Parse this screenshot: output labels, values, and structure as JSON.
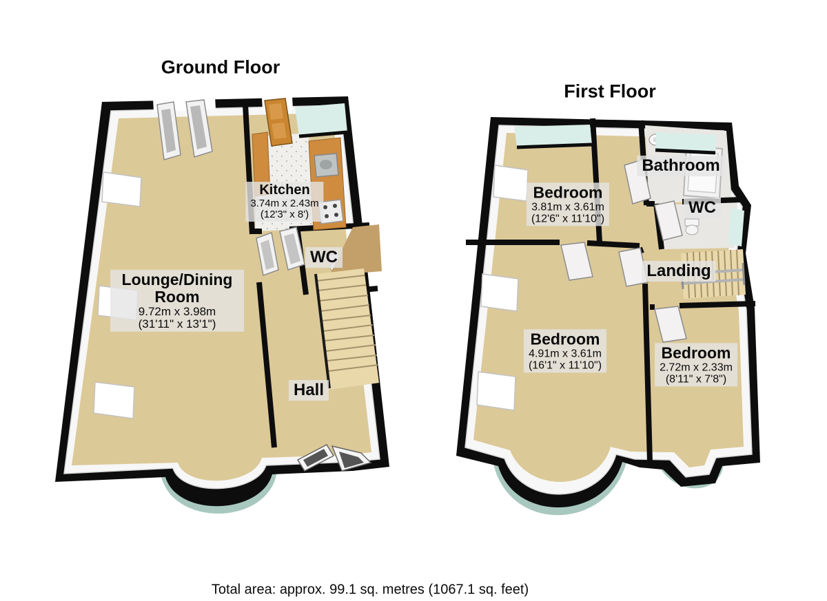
{
  "page": {
    "total_area": "Total area: approx. 99.1 sq. metres (1067.1 sq. feet)"
  },
  "colors": {
    "wall_black": "#0d0d0d",
    "wall_face_white": "#f7f7f7",
    "floor_tan": "#dcc998",
    "tile_white": "#f0efec",
    "counter_orange": "#cf8b3e",
    "front_door_wood": "#c9852f",
    "stair_beige": "#e9d8aa",
    "window_glass": "#d9eee9",
    "bay_glass_teal": "#a8c8bf",
    "label_bg": "#e5e5e5"
  },
  "ground_floor": {
    "title": "Ground Floor",
    "rooms": [
      {
        "name": "Kitchen",
        "dims_m": "3.74m x 2.43m",
        "dims_ft": "(12'3\" x 8')"
      },
      {
        "name": "WC"
      },
      {
        "name": "Lounge/Dining Room",
        "dims_m": "9.72m x 3.98m",
        "dims_ft": "(31'11\" x 13'1\")"
      },
      {
        "name": "Hall"
      }
    ]
  },
  "first_floor": {
    "title": "First Floor",
    "rooms": [
      {
        "name": "Bedroom",
        "dims_m": "3.81m x 3.61m",
        "dims_ft": "(12'6\" x 11'10\")"
      },
      {
        "name": "Bathroom"
      },
      {
        "name": "WC"
      },
      {
        "name": "Landing"
      },
      {
        "name": "Bedroom",
        "dims_m": "4.91m x 3.61m",
        "dims_ft": "(16'1\" x 11'10\")"
      },
      {
        "name": "Bedroom",
        "dims_m": "2.72m x 2.33m",
        "dims_ft": "(8'11\" x 7'8\")"
      }
    ]
  }
}
